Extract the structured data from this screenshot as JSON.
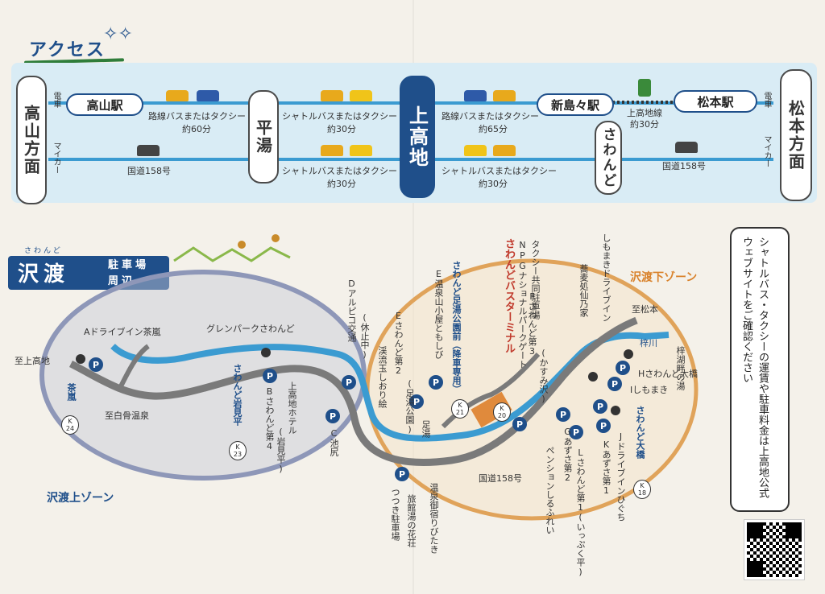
{
  "access": {
    "title": "アクセス",
    "left_dest": "高山方面",
    "right_dest": "松本方面",
    "hub": "上高地",
    "hirayu": "平湯",
    "sawando": "さわんど",
    "mode_train": "電車",
    "mode_car": "マイカー",
    "takayama_station": "高山駅",
    "shinshimashima_station": "新島々駅",
    "matsumoto_station": "松本駅",
    "seg1_top": "路線バスまたはタクシー",
    "seg1_top_time": "約60分",
    "seg2_top": "シャトルバスまたはタクシー",
    "seg2_top_time": "約30分",
    "seg3_top": "路線バスまたはタクシー",
    "seg3_top_time": "約65分",
    "seg4_top": "上高地線",
    "seg4_top_time": "約30分",
    "seg1_bottom": "国道158号",
    "seg2_bottom": "シャトルバスまたはタクシー",
    "seg2_bottom_time": "約30分",
    "seg3_bottom": "シャトルバスまたはタクシー",
    "seg3_bottom_time": "約30分",
    "seg4_bottom": "国道158号"
  },
  "map": {
    "title_ruby": "さわんど",
    "title": "沢渡",
    "title_sub1": "駐車場",
    "title_sub2": "周辺",
    "upper_zone": "沢渡上ゾーン",
    "lower_zone": "沢渡下ゾーン",
    "to_kamikochi": "至上高地",
    "to_shirahone": "至白骨温泉",
    "to_matsumoto": "至松本",
    "azusa_river": "梓川",
    "route158": "国道158号",
    "places": {
      "A": "Aドライブイン茶嵐",
      "glenpark": "グレンパークさわんど",
      "B": "Bさわんど第4",
      "B_sub": "(岩見平)",
      "iwamidaira": "さわんど岩見平",
      "kamikochi_hotel": "上高地ホテル",
      "C": "C池尻",
      "D": "Dアルピコ交通",
      "D_sub": "(休止中)",
      "keiryu": "渓流玉しおり絵",
      "E2": "Eさわんど第2",
      "E2_sub": "(足湯公園)",
      "E_hut": "E温泉山小屋ともしび",
      "ashiyu_park": "さわんど足湯公園前（降車専用）",
      "bus_terminal": "さわんどバスターミナル",
      "npg": "NPGナショナルパークゲート",
      "taxi_park": "タクシー共同駐車場",
      "F": "Fさわんど第3",
      "F_sub": "(かすみ沢)",
      "sobadokoro": "蕎麦処仙乃家",
      "shimomaki_drivein": "しもまきドライブイン",
      "ashiyu": "足湯",
      "tsutsuki": "つつき駐車場",
      "ryokan_hana": "旅館湯の花荘",
      "onsen_minshuku": "温泉御宿りびたき",
      "G": "Gあずさ第2",
      "pension": "ペンションしるふれい",
      "L": "Lさわんど第1",
      "L_sub": "(いっぷく平)",
      "K": "Kあずさ第1",
      "J": "Jドライブインひぐち",
      "sawando_ohashi": "さわんど大橋",
      "I": "Iしもまき",
      "H": "Hさわんど大橋",
      "azusako": "梓湖畔の湯",
      "chaara_tei": "茶嵐"
    },
    "k_badges": [
      "24",
      "23",
      "21",
      "20",
      "18"
    ],
    "pin_p": "P"
  },
  "notice": {
    "text": "シャトルバス・タクシーの運賃や駐車料金は上高地公式ウェブサイトをご確認ください"
  },
  "colors": {
    "navy": "#1f4f8a",
    "river": "#3b9bd1",
    "upper_zone": "#8e97b8",
    "lower_zone": "#e0a35a",
    "terminal": "#e08a3c",
    "panel": "#d9ecf5"
  }
}
